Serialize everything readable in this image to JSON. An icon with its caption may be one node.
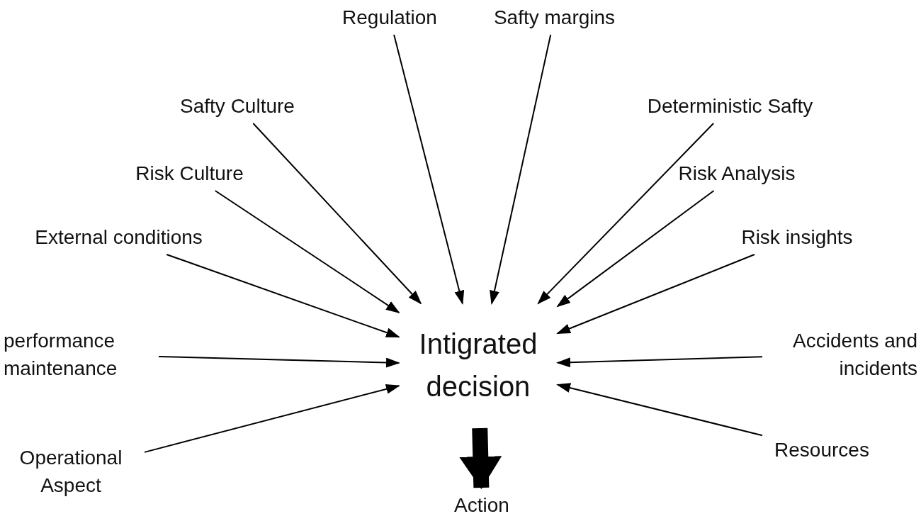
{
  "diagram": {
    "nodes": [
      {
        "text": [
          "Regulation"
        ]
      },
      {
        "text": [
          "Safty margins"
        ]
      },
      {
        "text": [
          "Safty Culture"
        ]
      },
      {
        "text": [
          "Deterministic Safty"
        ]
      },
      {
        "text": [
          "Risk Culture"
        ]
      },
      {
        "text": [
          "Risk Analysis"
        ]
      },
      {
        "text": [
          "External conditions"
        ]
      },
      {
        "text": [
          "Risk insights"
        ]
      },
      {
        "text": [
          "Intigrated decision"
        ]
      },
      {
        "text": [
          "performance maintenance"
        ]
      },
      {
        "text": [
          "Accidents and incidents"
        ]
      },
      {
        "text": [
          "Operational Aspect"
        ]
      },
      {
        "text": [
          "Resources"
        ]
      },
      {
        "text": [
          "Action"
        ]
      }
    ],
    "edges": [
      {
        "from": 0,
        "to": 8,
        "arrow": "to"
      },
      {
        "from": 1,
        "to": 8,
        "arrow": "to"
      },
      {
        "from": 2,
        "to": 8,
        "arrow": "to"
      },
      {
        "from": 3,
        "to": 8,
        "arrow": "to"
      },
      {
        "from": 4,
        "to": 8,
        "arrow": "to"
      },
      {
        "from": 5,
        "to": 8,
        "arrow": "to"
      },
      {
        "from": 6,
        "to": 8,
        "arrow": "to"
      },
      {
        "from": 7,
        "to": 8,
        "arrow": "to"
      },
      {
        "from": 9,
        "to": 8,
        "arrow": "to"
      },
      {
        "from": 10,
        "to": 8,
        "arrow": "to"
      },
      {
        "from": 11,
        "to": 8,
        "arrow": "to"
      },
      {
        "from": 12,
        "to": 8,
        "arrow": "to"
      },
      {
        "from": 8,
        "to": 13,
        "arrow": "to",
        "style": "thick"
      }
    ]
  }
}
